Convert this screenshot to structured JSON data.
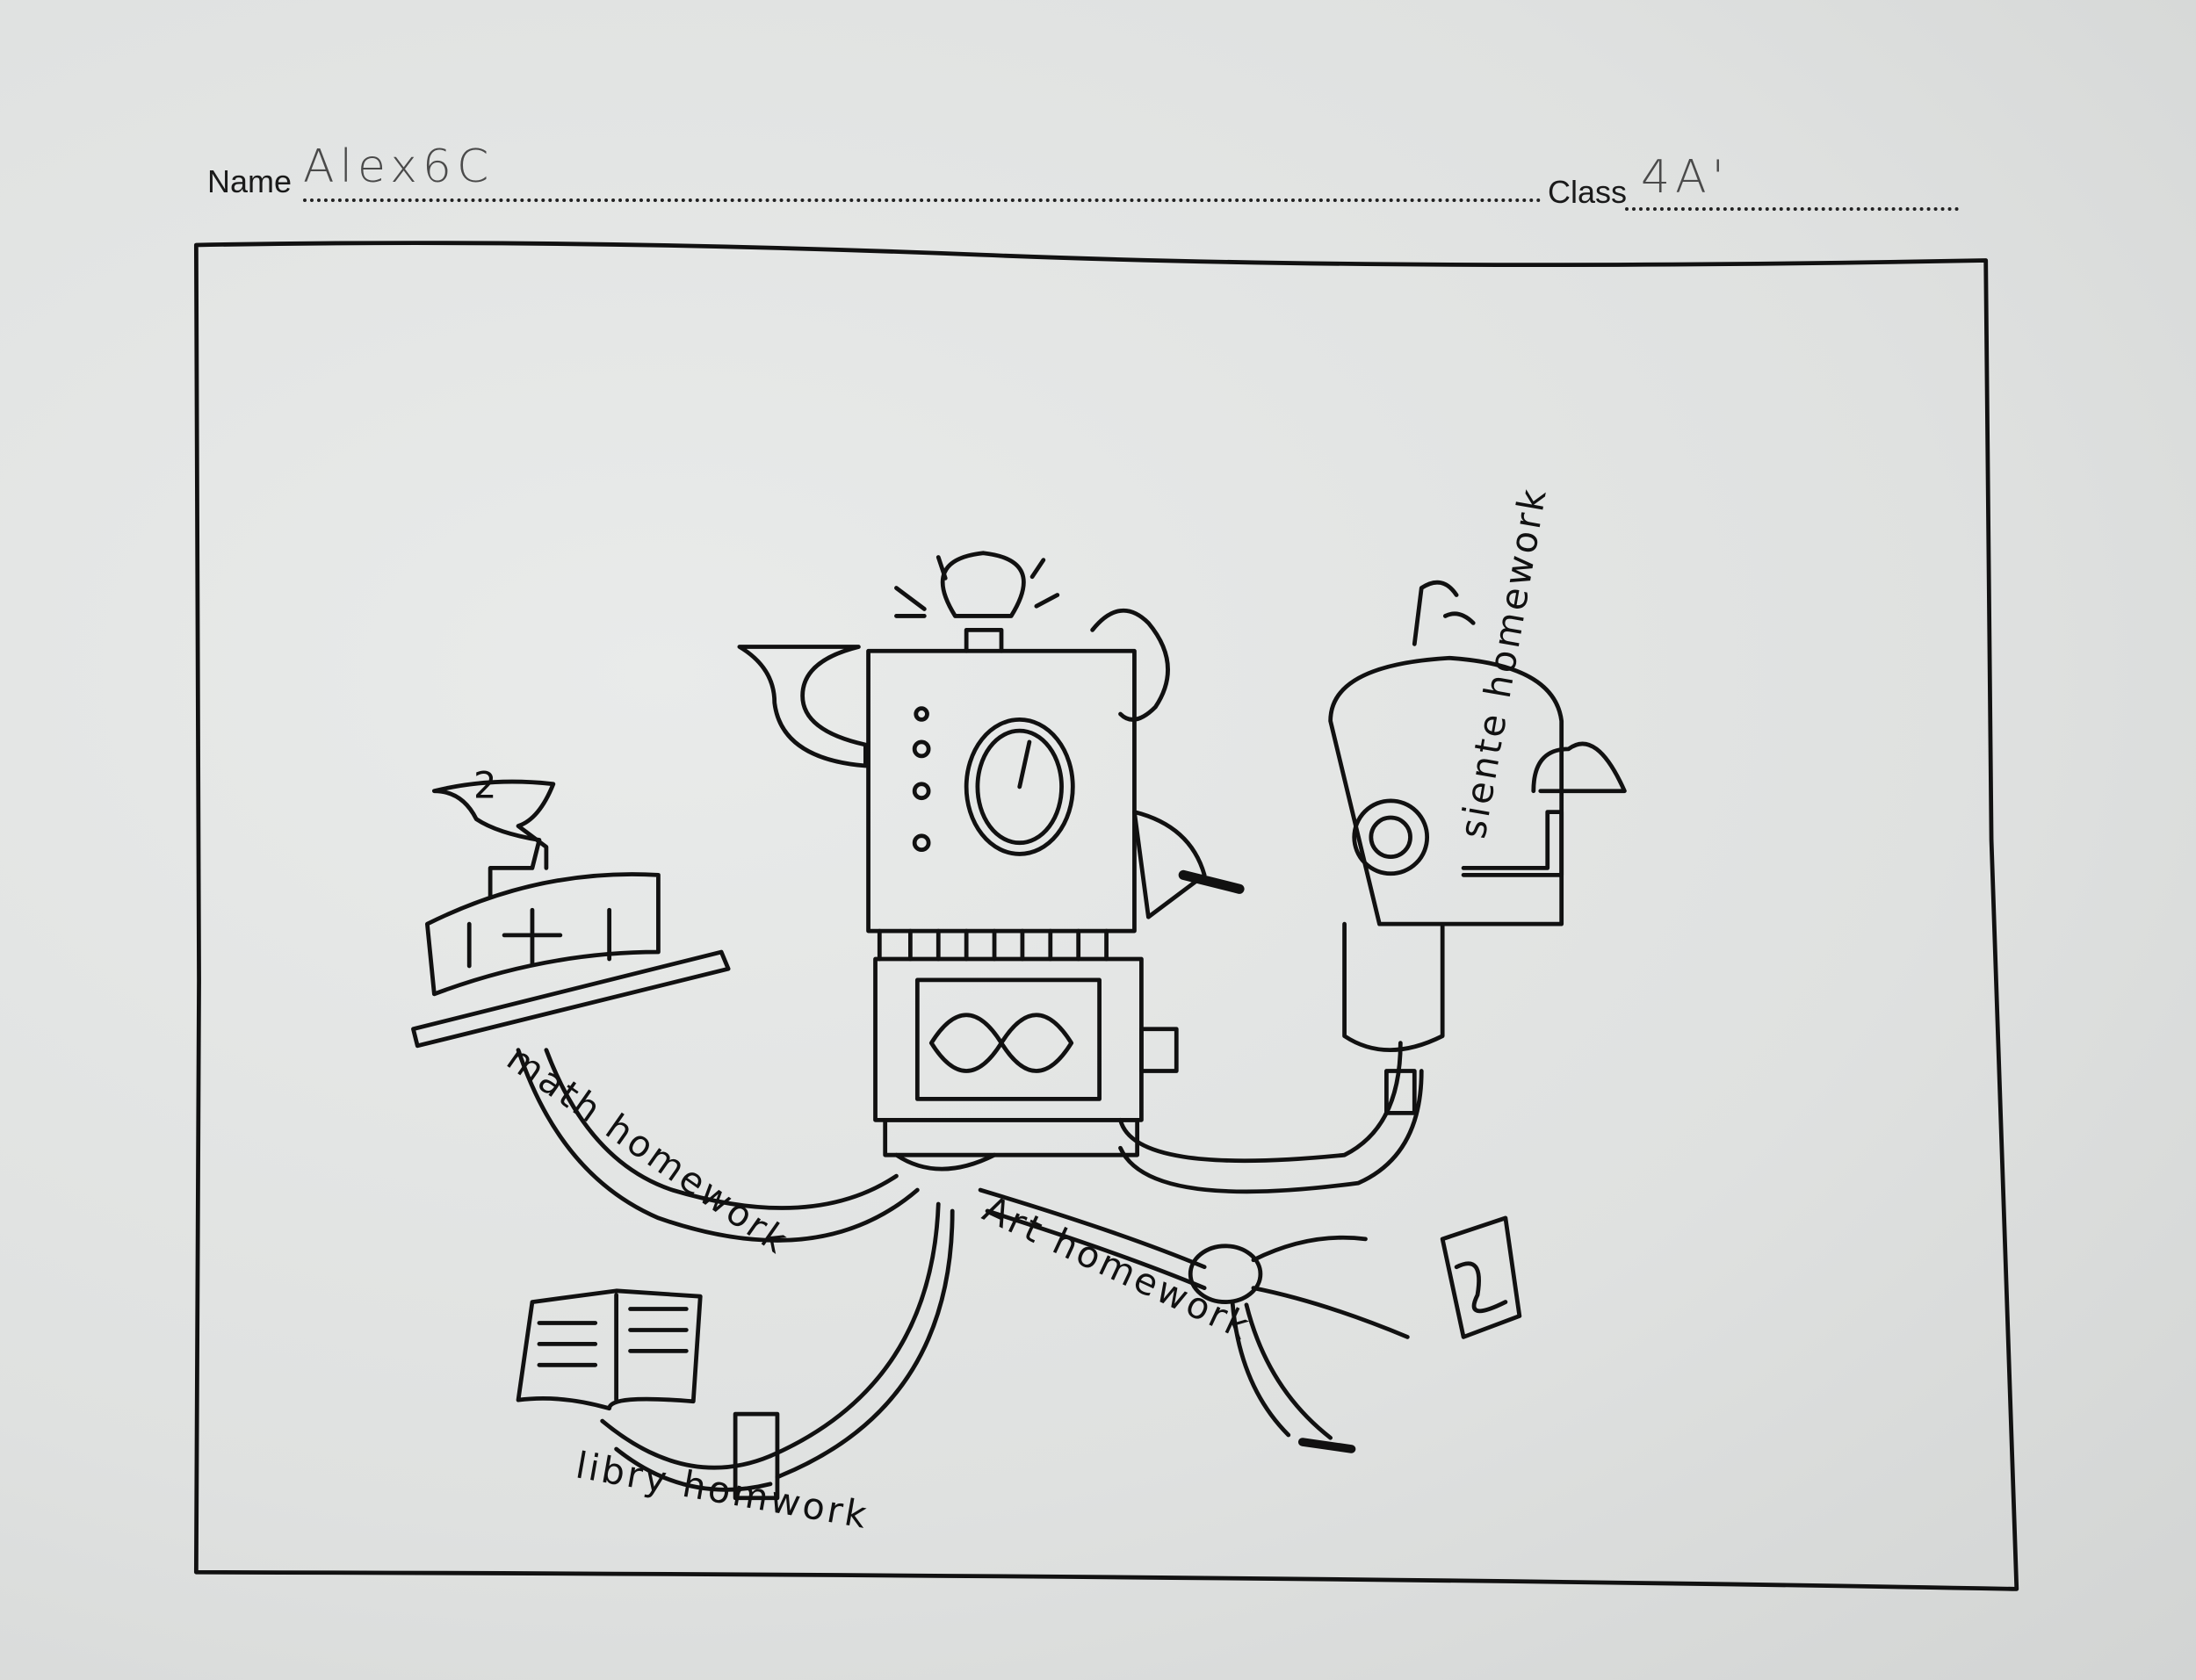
{
  "worksheet": {
    "name_label": "Name",
    "name_value": "Alex6C",
    "class_label": "Class",
    "class_value": "4A'"
  },
  "drawing": {
    "labels": {
      "math": "math homework",
      "art": "Art homework",
      "library": "libry homwork",
      "science": "siente homework"
    },
    "bowl_number": "2",
    "cake_symbol": "+"
  },
  "colors": {
    "paper": "#e3e5e4",
    "ink": "#111111",
    "pencil": "#4a4a4a"
  }
}
